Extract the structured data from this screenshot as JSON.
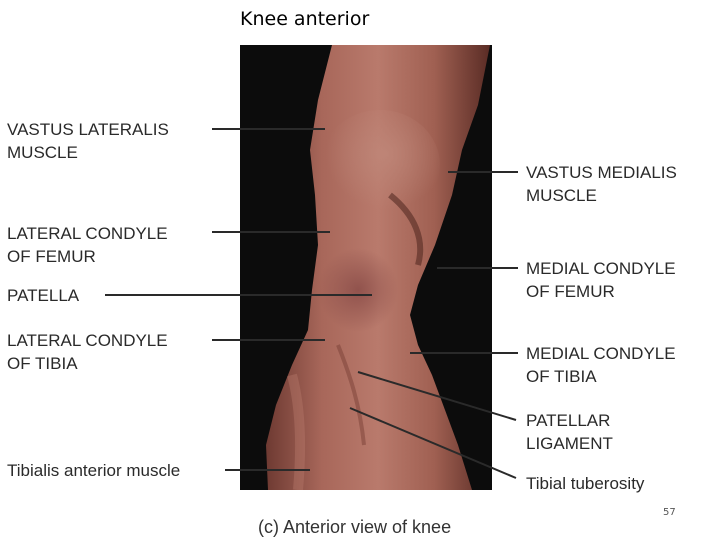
{
  "slide": {
    "title": "Knee anterior",
    "caption": "(c) Anterior view of knee",
    "page_number": "57"
  },
  "figure": {
    "image": "photo of anterior knee",
    "labels_left": [
      {
        "line1": "VASTUS LATERALIS",
        "line2": "MUSCLE"
      },
      {
        "line1": "LATERAL CONDYLE",
        "line2": "OF FEMUR"
      },
      {
        "line1": "PATELLA",
        "line2": ""
      },
      {
        "line1": "LATERAL CONDYLE",
        "line2": "OF TIBIA"
      },
      {
        "line1": "Tibialis anterior muscle",
        "line2": ""
      }
    ],
    "labels_right": [
      {
        "line1": "VASTUS MEDIALIS",
        "line2": "MUSCLE"
      },
      {
        "line1": "MEDIAL CONDYLE",
        "line2": "OF FEMUR"
      },
      {
        "line1": "MEDIAL CONDYLE",
        "line2": "OF TIBIA"
      },
      {
        "line1": "PATELLAR",
        "line2": "LIGAMENT"
      },
      {
        "line1": "Tibial tuberosity",
        "line2": ""
      }
    ]
  }
}
